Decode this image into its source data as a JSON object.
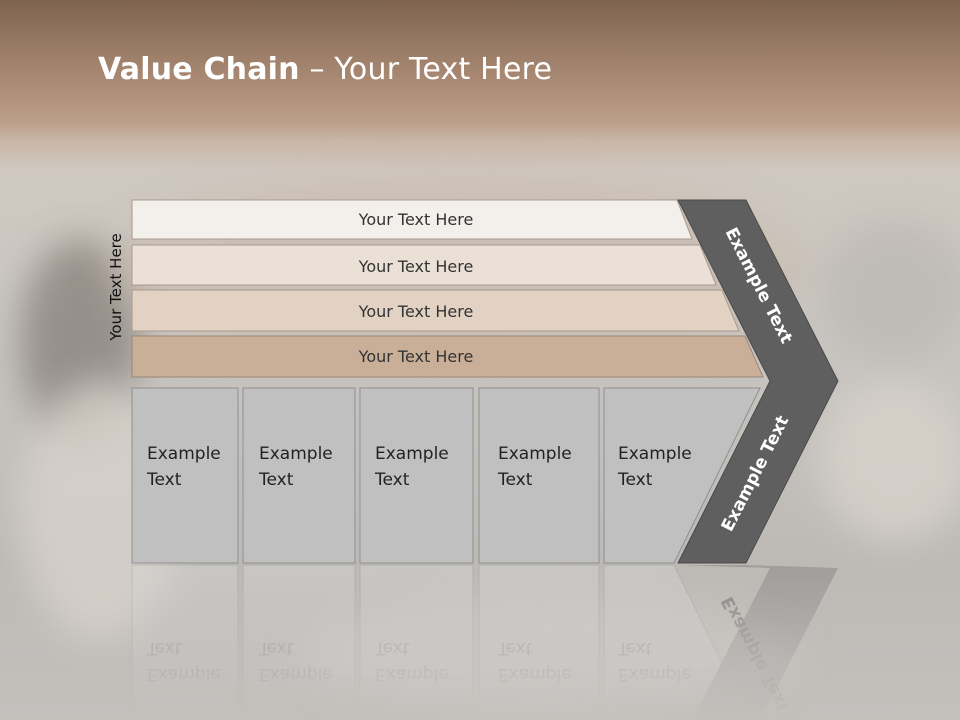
{
  "slide": {
    "title_bold": "Value Chain",
    "title_rest": " – Your Text Here",
    "side_label": "Your Text Here",
    "bands": [
      {
        "label": "Your Text Here",
        "color": "#f3efeb"
      },
      {
        "label": "Your Text Here",
        "color": "#ebe0d6"
      },
      {
        "label": "Your Text Here",
        "color": "#e2d2c3"
      },
      {
        "label": "Your Text Here",
        "color": "#c9ae98"
      }
    ],
    "boxes": [
      {
        "line1": "Example",
        "line2": "Text"
      },
      {
        "line1": "Example",
        "line2": "Text"
      },
      {
        "line1": "Example",
        "line2": "Text"
      },
      {
        "line1": "Example",
        "line2": "Text"
      },
      {
        "line1": "Example",
        "line2": "Text"
      }
    ],
    "chevron_top_label": "Example Text",
    "chevron_bottom_label": "Example Text",
    "colors": {
      "box_fill": "#c0c0c0",
      "chevron_fill": "#5f5f5f",
      "title_text": "#ffffff"
    }
  }
}
